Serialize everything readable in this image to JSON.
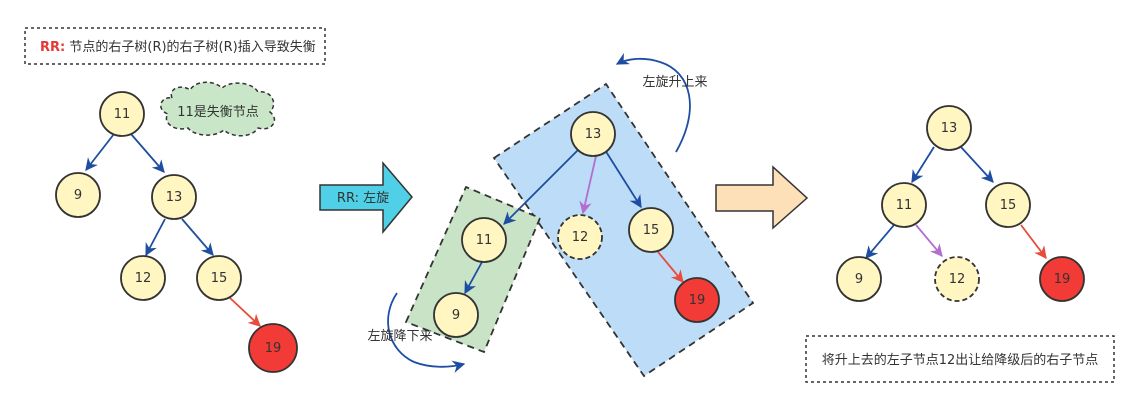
{
  "title_box": {
    "prefix": "RR:",
    "text": " 节点的右子树(R)的右子树(R)插入导致失衡"
  },
  "cloud_label": "11是失衡节点",
  "rotate_arrow_label": "RR: 左旋",
  "rotate_up_label": "左旋升上来",
  "rotate_down_label": "左旋降下来",
  "note_box": "将升上去的左子节点12出让给降级后的右子节点",
  "colors": {
    "node_fill": "#fff6c2",
    "node_red": "#f23b36",
    "edge_blue": "#1e4ea1",
    "edge_red": "#e74c3c",
    "edge_purple": "#b36fd0",
    "title_red": "#e53935",
    "arrow_cyan": "#4fd0e6",
    "arrow_peach": "#fde0b8",
    "cloud_green": "#c9e7c8",
    "rect_blue": "#bcdcf7",
    "rect_green": "#c8e3c6"
  },
  "trees": {
    "before": {
      "nodes": [
        "11",
        "9",
        "13",
        "12",
        "15",
        "19"
      ]
    },
    "middle": {
      "nodes": [
        "13",
        "11",
        "12",
        "15",
        "9",
        "19"
      ]
    },
    "after": {
      "nodes": [
        "13",
        "11",
        "15",
        "9",
        "12",
        "19"
      ]
    }
  }
}
